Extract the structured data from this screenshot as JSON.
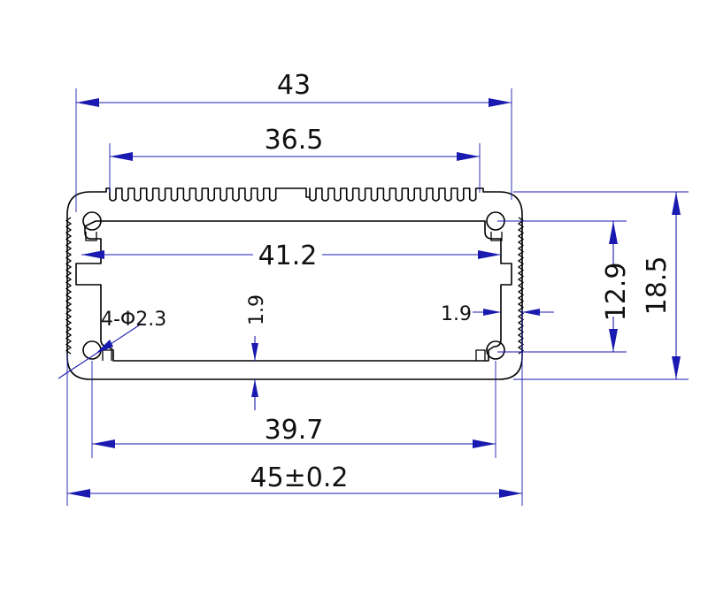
{
  "dimensions": {
    "top_width": "43",
    "fin_span": "36.5",
    "inner_width": "41.2",
    "hole_callout": "4-Φ2.3",
    "wall_left": "1.9",
    "wall_right": "1.9",
    "bottom_inner": "39.7",
    "overall_width": "45±0.2",
    "hole_spacing": "12.9",
    "overall_height": "18.5"
  },
  "colors": {
    "dimension": "#1a1ab0",
    "outline": "#000000"
  }
}
